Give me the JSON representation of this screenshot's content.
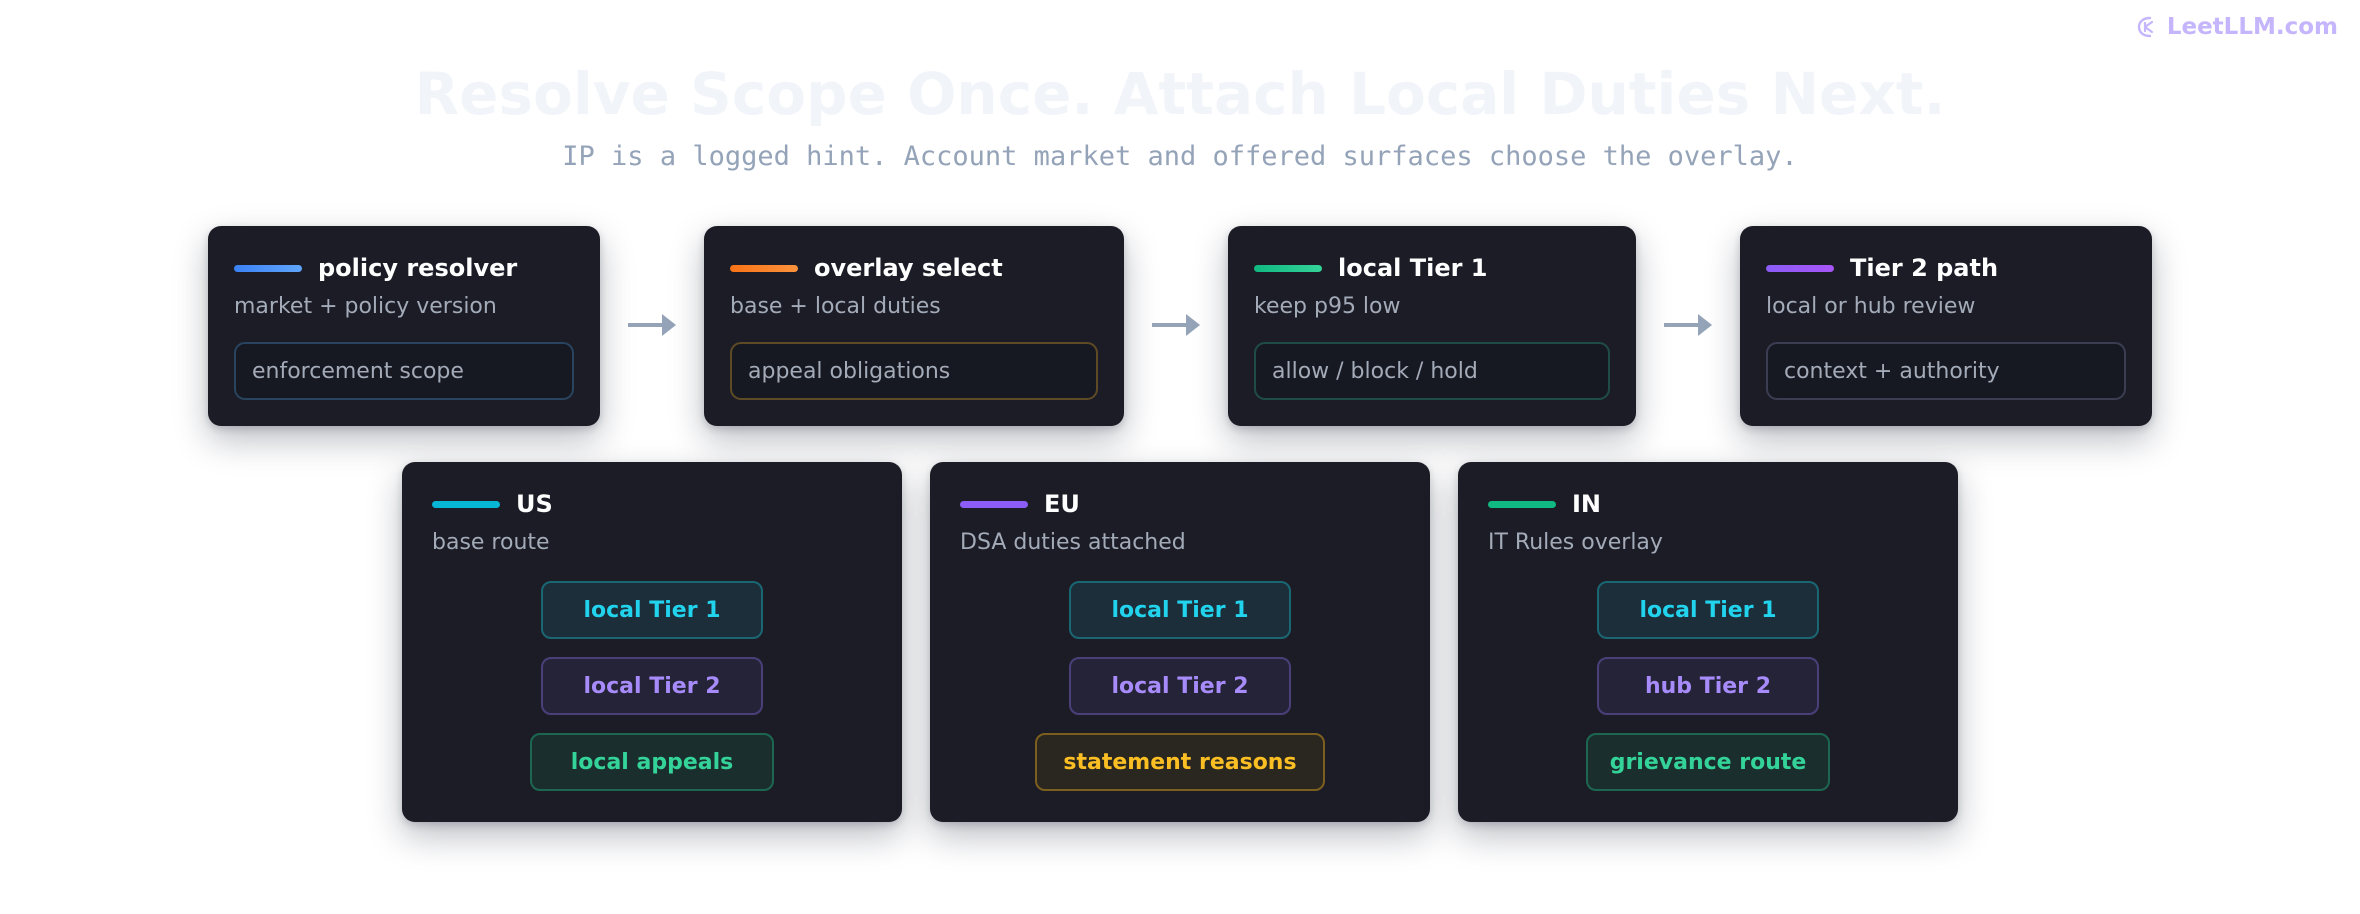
{
  "brand": {
    "label": "LeetLLM.com",
    "icon": "leetllm-logo-icon"
  },
  "header": {
    "title": "Resolve Scope Once. Attach Local Duties Next.",
    "subtitle": "IP is a logged hint. Account market and offered surfaces choose the overlay."
  },
  "pipeline": [
    {
      "title": "policy resolver",
      "sub": "market + policy version",
      "field": "enforcement scope",
      "accent": "#3b82f6",
      "accent_end": "#60a5fa",
      "border": "#29445e"
    },
    {
      "title": "overlay select",
      "sub": "base + local duties",
      "field": "appeal obligations",
      "accent": "#f97316",
      "accent_end": "#fb923c",
      "border": "#5e4a24"
    },
    {
      "title": "local Tier 1",
      "sub": "keep p95 low",
      "field": "allow / block / hold",
      "accent": "#10b981",
      "accent_end": "#34d399",
      "border": "#1f4d46"
    },
    {
      "title": "Tier 2 path",
      "sub": "local or hub review",
      "field": "context + authority",
      "accent": "#8b5cf6",
      "accent_end": "#a855f7",
      "border": "#3b3e52"
    }
  ],
  "regions": [
    {
      "title": "US",
      "sub": "base route",
      "accent": "#06b6d4",
      "pills": [
        {
          "label": "local Tier 1",
          "style": "cyan"
        },
        {
          "label": "local Tier 2",
          "style": "purple"
        },
        {
          "label": "local appeals",
          "style": "green"
        }
      ]
    },
    {
      "title": "EU",
      "sub": "DSA duties attached",
      "accent": "#8b5cf6",
      "pills": [
        {
          "label": "local Tier 1",
          "style": "cyan"
        },
        {
          "label": "local Tier 2",
          "style": "purple"
        },
        {
          "label": "statement reasons",
          "style": "amber"
        }
      ]
    },
    {
      "title": "IN",
      "sub": "IT Rules overlay",
      "accent": "#10b981",
      "pills": [
        {
          "label": "local Tier 1",
          "style": "cyan"
        },
        {
          "label": "hub Tier 2",
          "style": "purple"
        },
        {
          "label": "grievance route",
          "style": "green"
        }
      ]
    }
  ],
  "colors": {
    "card_bg": "#1b1c26",
    "arrow": "#94a3b8",
    "title_text": "#f1f4f9",
    "subtitle_text": "#94a3b8"
  }
}
